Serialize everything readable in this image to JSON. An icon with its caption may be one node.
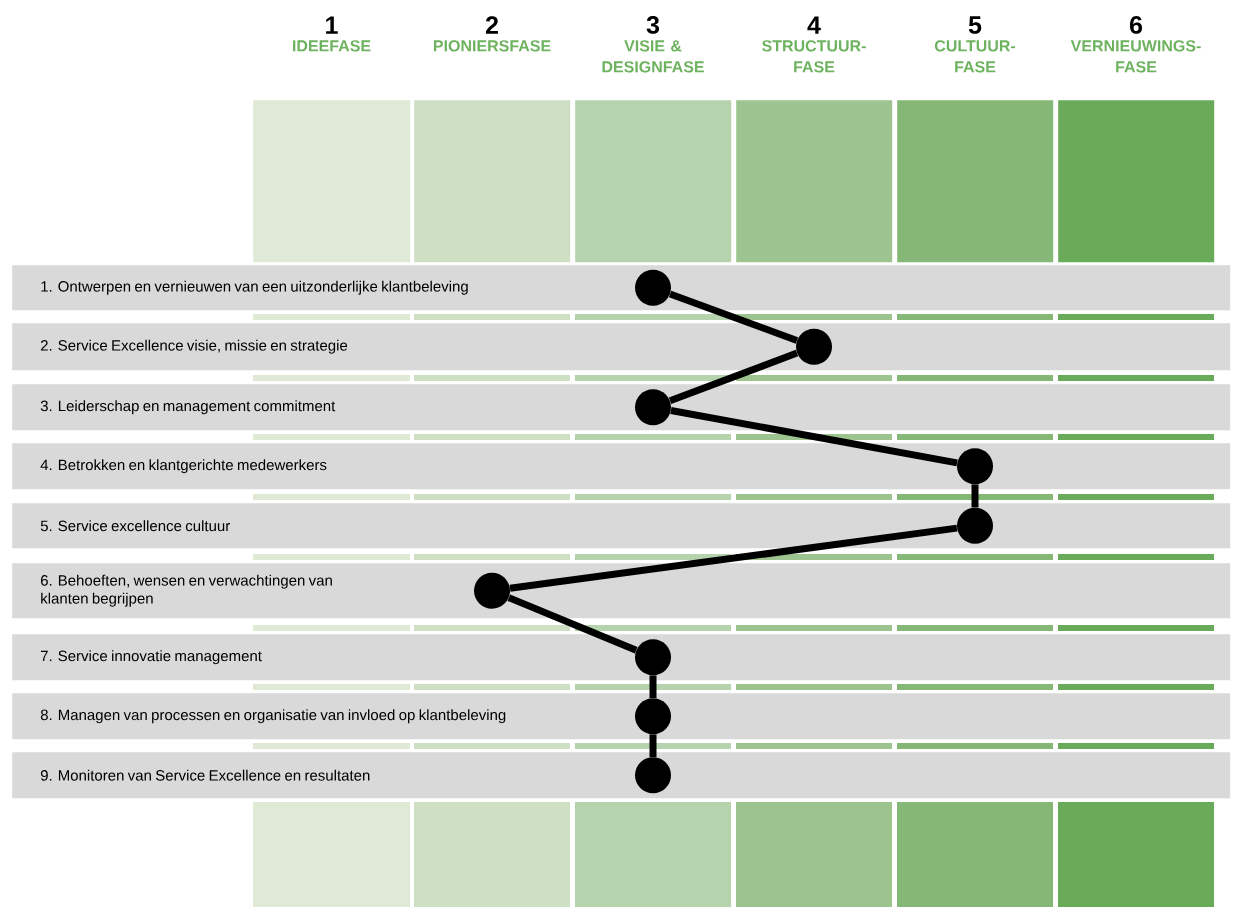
{
  "diagram": {
    "nodes": [
      {
        "text": [
          "1",
          "IDEEFASE"
        ]
      },
      {
        "text": [
          "2",
          "PIONIERSFASE"
        ]
      },
      {
        "text": [
          "3",
          "VISIE & DESIGNFASE"
        ]
      },
      {
        "text": [
          "4",
          "STRUCTUUR- FASE"
        ]
      },
      {
        "text": [
          "5",
          "CULTUUR- FASE"
        ]
      },
      {
        "text": [
          "6",
          "VERNIEUWINGS- FASE"
        ]
      },
      {
        "text": [
          "1. Ontwerpen en vernieuwen van een uitzonderlijke klantbeleving"
        ]
      },
      {
        "text": [
          "2. Service Excellence visie, missie en strategie"
        ]
      },
      {
        "text": [
          "3. Leiderschap en management commitment"
        ]
      },
      {
        "text": [
          "4. Betrokken en klantgerichte medewerkers"
        ]
      },
      {
        "text": [
          "5. Service excellence cultuur"
        ]
      },
      {
        "text": [
          "6. Behoeften, wensen en verwachtingen van klanten begrijpen"
        ]
      },
      {
        "text": [
          "7. Service innovatie management"
        ]
      },
      {
        "text": [
          "8. Managen van processen en organisatie van invloed op klantbeleving"
        ]
      },
      {
        "text": [
          "9. Monitoren van Service Excellence en resultaten"
        ]
      },
      {
        "text": [],
        "shape": "circle",
        "in": 6
      },
      {
        "text": [],
        "shape": "circle",
        "in": 7
      },
      {
        "text": [],
        "shape": "circle",
        "in": 8
      },
      {
        "text": [],
        "shape": "circle",
        "in": 9
      },
      {
        "text": [],
        "shape": "circle",
        "in": 10
      },
      {
        "text": [],
        "shape": "circle",
        "in": 11
      },
      {
        "text": [],
        "shape": "circle",
        "in": 12
      },
      {
        "text": [],
        "shape": "circle",
        "in": 13
      },
      {
        "text": [],
        "shape": "circle",
        "in": 14
      }
    ],
    "edges": [
      {
        "from": 15,
        "to": 16,
        "arrow": "none"
      },
      {
        "from": 16,
        "to": 17,
        "arrow": "none"
      },
      {
        "from": 17,
        "to": 18,
        "arrow": "none"
      },
      {
        "from": 18,
        "to": 19,
        "arrow": "none"
      },
      {
        "from": 19,
        "to": 20,
        "arrow": "none"
      },
      {
        "from": 20,
        "to": 21,
        "arrow": "none"
      },
      {
        "from": 21,
        "to": 22,
        "arrow": "none"
      },
      {
        "from": 22,
        "to": 23,
        "arrow": "none"
      }
    ]
  }
}
